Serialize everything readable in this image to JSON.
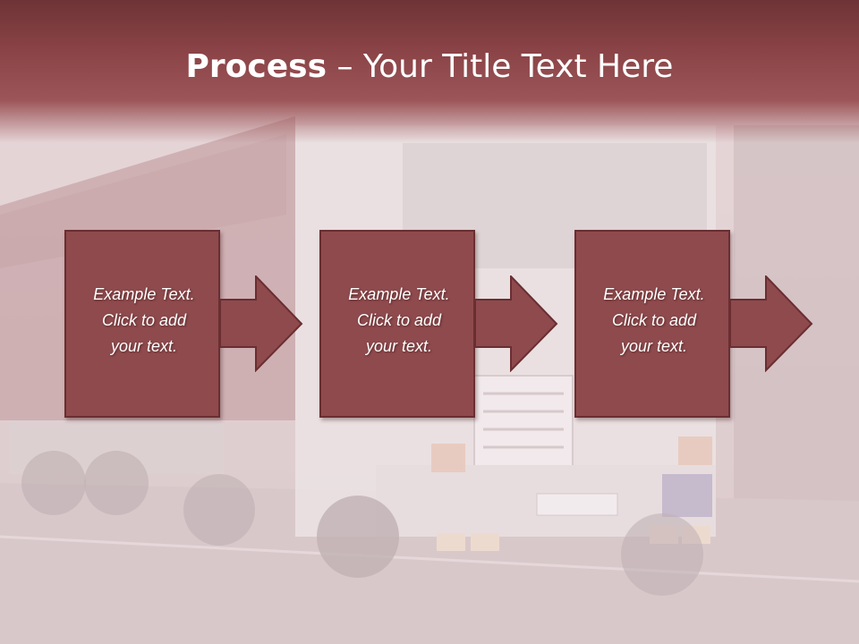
{
  "slide": {
    "title_bold": "Process",
    "title_rest": " – Your Title Text Here",
    "steps": [
      {
        "line1": "Example Text.",
        "line2": "Click  to add",
        "line3": "your text."
      },
      {
        "line1": "Example Text.",
        "line2": "Click  to add",
        "line3": "your text."
      },
      {
        "line1": "Example Text.",
        "line2": "Click  to add",
        "line3": "your text."
      }
    ]
  },
  "colors": {
    "title_band": "#8a4346",
    "box_fill": "#8e4a4d",
    "box_border": "#6a2e31",
    "text": "#ffffff"
  },
  "background": {
    "subject": "white truck on road (faded photo)"
  }
}
